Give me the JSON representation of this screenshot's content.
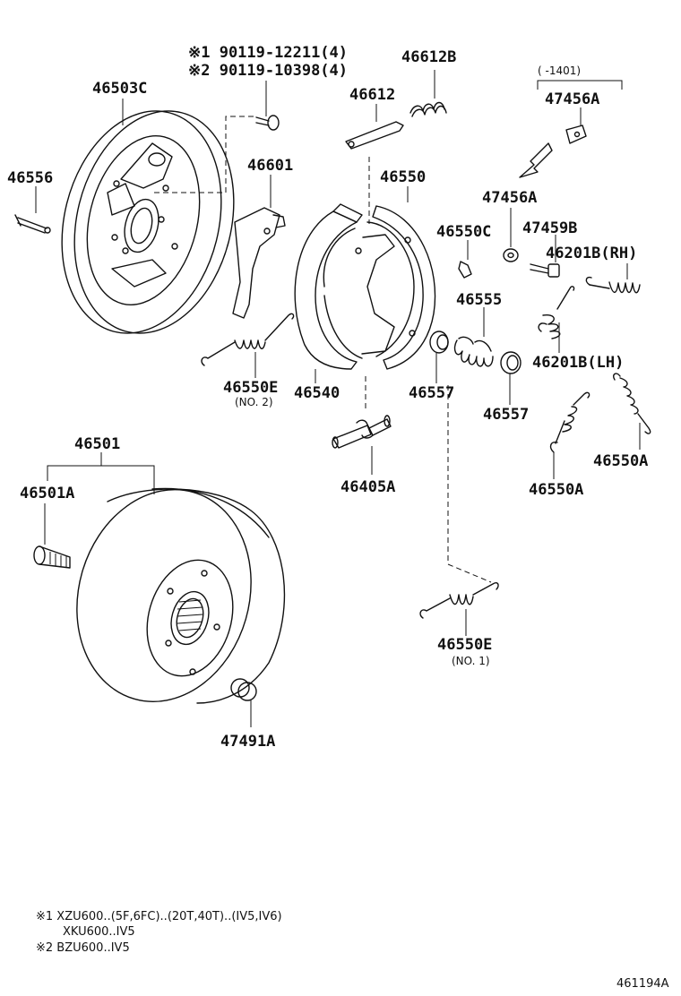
{
  "labels": {
    "p46503C": "46503C",
    "p46556": "46556",
    "bolt1": "※1 90119-12211(4)",
    "bolt2": "※2 90119-10398(4)",
    "p46612B": "46612B",
    "p46612": "46612",
    "range": "( -1401)",
    "p47456A_top": "47456A",
    "p46601": "46601",
    "p46550": "46550",
    "p47456A": "47456A",
    "p46550C": "46550C",
    "p47459B": "47459B",
    "p46201B_RH": "46201B(RH)",
    "p46555": "46555",
    "p46201B_LH": "46201B(LH)",
    "p46550E_2": "46550E",
    "no2": "(NO. 2)",
    "p46540": "46540",
    "p46557_a": "46557",
    "p46557_b": "46557",
    "p46550A_r": "46550A",
    "p46550A_l": "46550A",
    "p46405A": "46405A",
    "p46501": "46501",
    "p46501A": "46501A",
    "p46550E_1": "46550E",
    "no1": "(NO. 1)",
    "p47491A": "47491A"
  },
  "footnotes": {
    "n1a": "※1 XZU600..(5F,6FC)..(20T,40T)..(IV5,IV6)",
    "n1b": "XKU600..IV5",
    "n2": "※2 BZU600..IV5"
  },
  "diagram_id": "461194A"
}
